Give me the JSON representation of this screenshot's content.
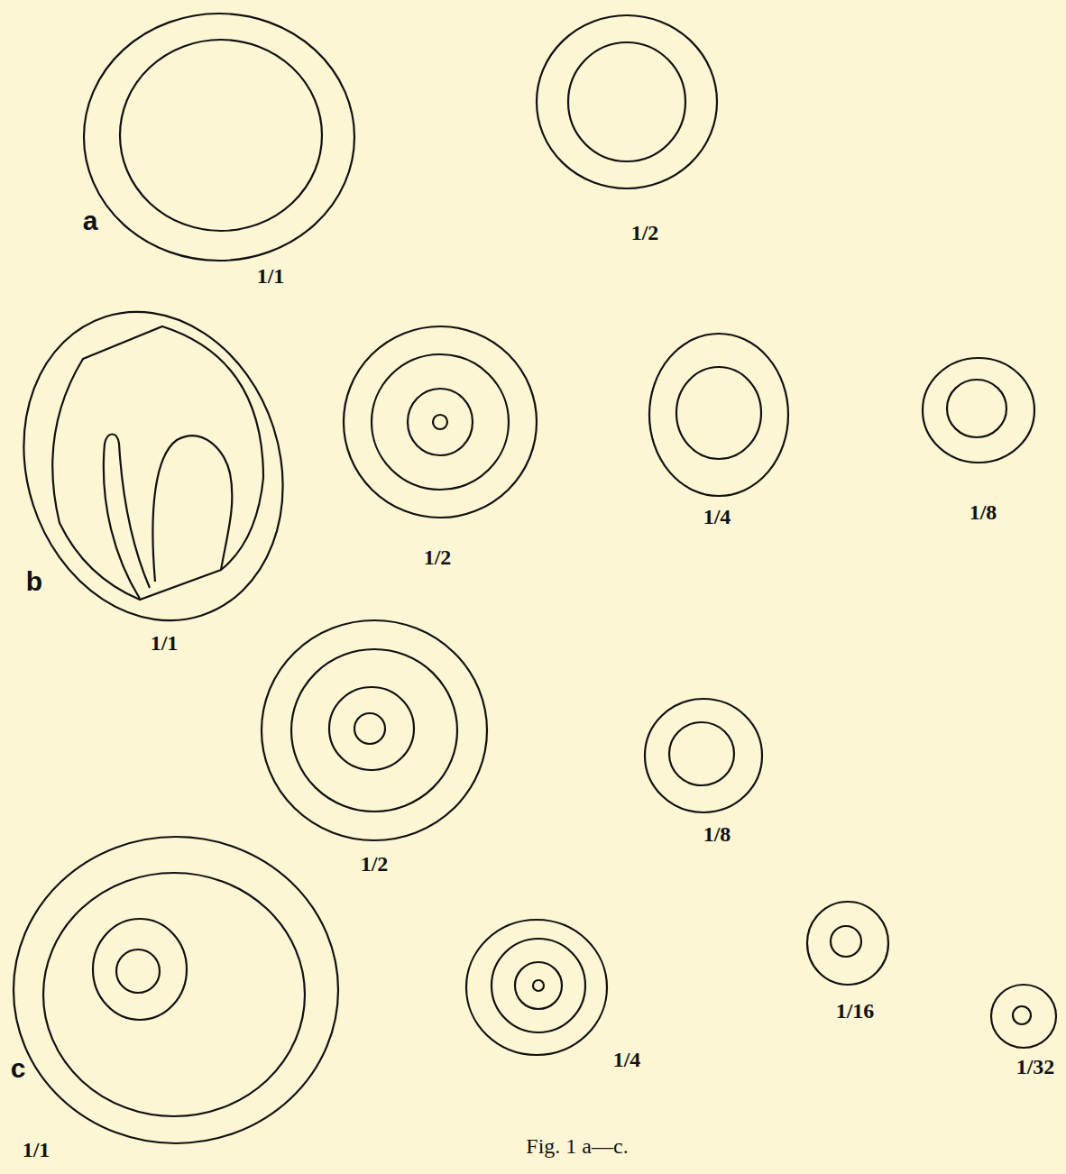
{
  "diagram": {
    "caption": "Fig. 1 a—c.",
    "labels": [
      "a",
      "1/1",
      "1/2",
      "b",
      "1/1",
      "1/2",
      "1/4",
      "1/8",
      "1/2",
      "1/8",
      "c",
      "1/4",
      "1/16",
      "1/32",
      "1/1"
    ]
  }
}
